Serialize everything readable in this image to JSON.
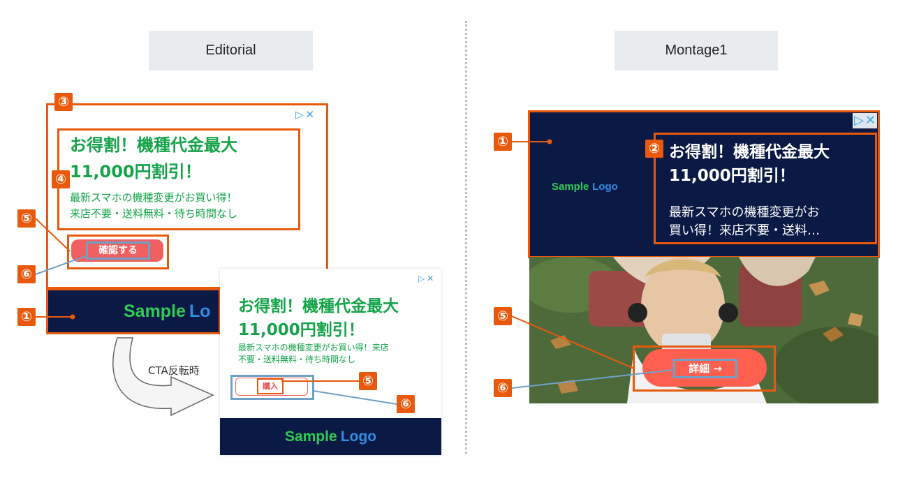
{
  "headers": {
    "left": "Editorial",
    "right": "Montage1"
  },
  "badges": {
    "b1": "①",
    "b2": "②",
    "b3": "③",
    "b4": "④",
    "b5": "⑤",
    "b6": "⑥"
  },
  "ad": {
    "title_line1": "お得割！機種代金最大",
    "title_line2": "11,000円割引！",
    "desc_line1": "最新スマホの機種変更がお買い得！",
    "desc_line2": "来店不要・送料無料・待ち時間なし",
    "cta_confirm": "確認する",
    "logo_sample": "Sample",
    "logo_partial": "Lo",
    "logo_logo": "Logo"
  },
  "popup": {
    "desc_line1": "最新スマホの機種変更がお買い得！来店",
    "desc_line2": "不要・送料無料・待ち時間なし",
    "cta_buy": "購入"
  },
  "flow": {
    "label": "CTA反転時"
  },
  "montage": {
    "desc_line1": "最新スマホの機種変更がお",
    "desc_line2": "買い得！来店不要・送料…",
    "cta_detail": "詳細 →"
  },
  "icons": {
    "adchoices": "adchoices-icon",
    "close": "close-icon"
  },
  "colors": {
    "accent_orange": "#e8590c",
    "connector_blue": "#6fa0c8",
    "ad_green": "#15a34a",
    "navy": "#0b1a44",
    "cta_red": "#f06060"
  }
}
